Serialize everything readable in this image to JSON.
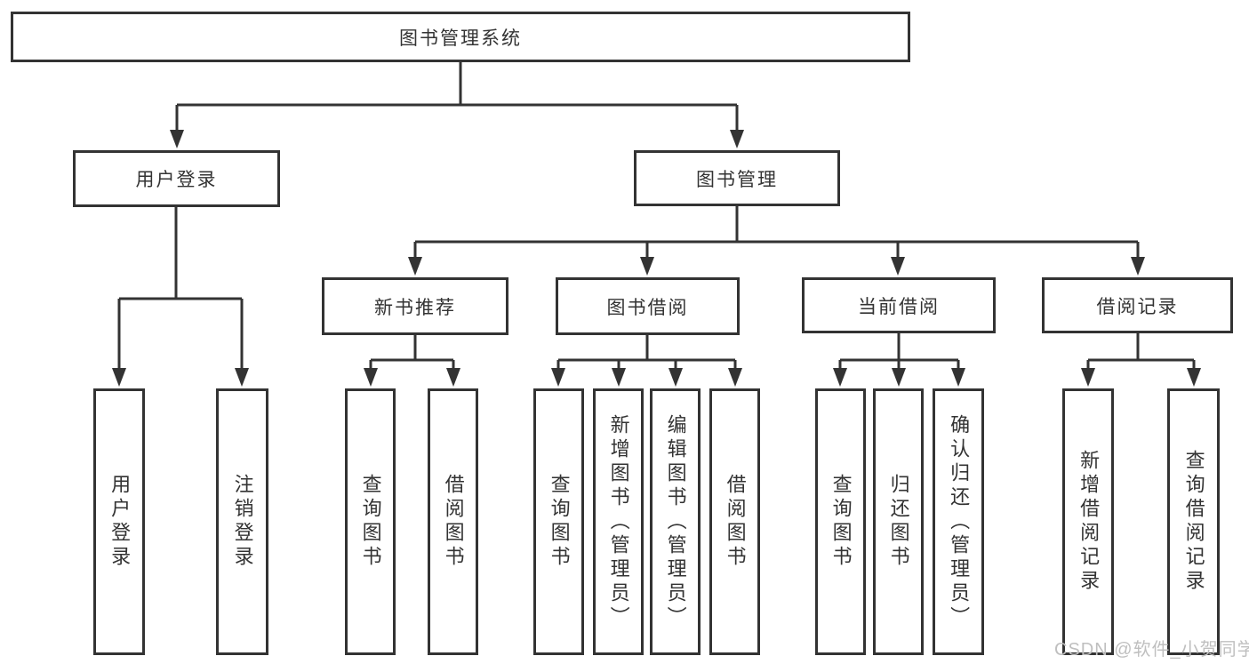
{
  "tree": {
    "root": {
      "label": "图书管理系统"
    },
    "branches": [
      {
        "label": "用户登录",
        "children": [
          {
            "label": "用户登录"
          },
          {
            "label": "注销登录"
          }
        ]
      },
      {
        "label": "图书管理",
        "children": [
          {
            "label": "新书推荐",
            "children": [
              {
                "label": "查询图书"
              },
              {
                "label": "借阅图书"
              }
            ]
          },
          {
            "label": "图书借阅",
            "children": [
              {
                "label": "查询图书"
              },
              {
                "label": "新增图书（管理员）"
              },
              {
                "label": "编辑图书（管理员）"
              },
              {
                "label": "借阅图书"
              }
            ]
          },
          {
            "label": "当前借阅",
            "children": [
              {
                "label": "查询图书"
              },
              {
                "label": "归还图书"
              },
              {
                "label": "确认归还（管理员）"
              }
            ]
          },
          {
            "label": "借阅记录",
            "children": [
              {
                "label": "新增借阅记录"
              },
              {
                "label": "查询借阅记录"
              }
            ]
          }
        ]
      }
    ]
  },
  "watermark": "CSDN @软件_小贺同学",
  "colors": {
    "line": "#333333",
    "text": "#333333",
    "watermark": "#bfbfbf",
    "background": "#ffffff"
  }
}
